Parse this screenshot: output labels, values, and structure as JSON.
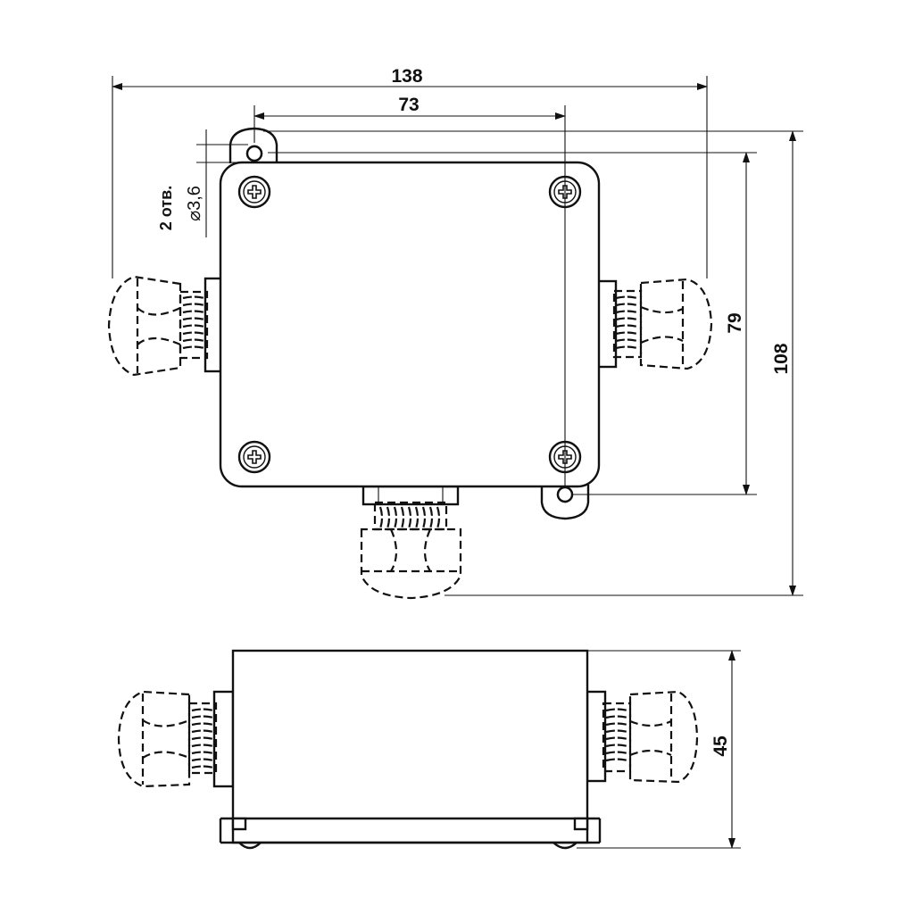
{
  "dimensions": {
    "overall_width": "138",
    "hole_spacing_x": "73",
    "hole_spacing_y": "79",
    "overall_height": "108",
    "depth": "45"
  },
  "hole_note": {
    "count": "2 отв.",
    "diameter": "⌀3,6"
  },
  "colors": {
    "line": "#111111",
    "background": "#ffffff"
  }
}
